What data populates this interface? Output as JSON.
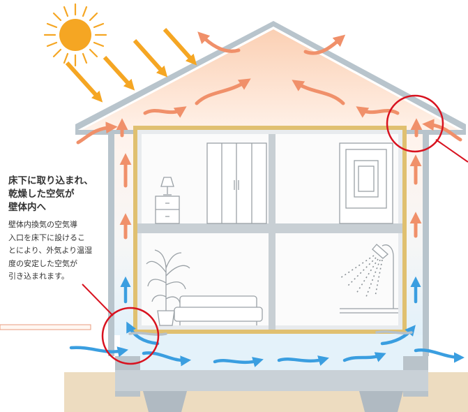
{
  "annotation": {
    "heading_lines": [
      "床下に取り込まれ、",
      "乾燥した空気が",
      "壁体内へ"
    ],
    "body_lines": [
      "壁体内換気の空気導",
      "入口を床下に設けるこ",
      "とにより、外気より温湿",
      "度の安定した空気が",
      "引き込まれます。"
    ]
  },
  "colors": {
    "warm_air": "#f0906a",
    "cool_air": "#3a9ee0",
    "highlight_ring": "#d8121f",
    "sun": "#f5a623",
    "wall": "#b8c4cc",
    "insulation": "#e0c070",
    "roof_interior": "#fde6d6",
    "underfloor": "#e4f2fa",
    "ground": "#eddcc0"
  },
  "icons": [
    "sun-icon",
    "wardrobe-icon",
    "lamp-icon",
    "nightstand-icon",
    "picture-icon",
    "plant-icon",
    "sofa-icon",
    "shower-icon"
  ]
}
